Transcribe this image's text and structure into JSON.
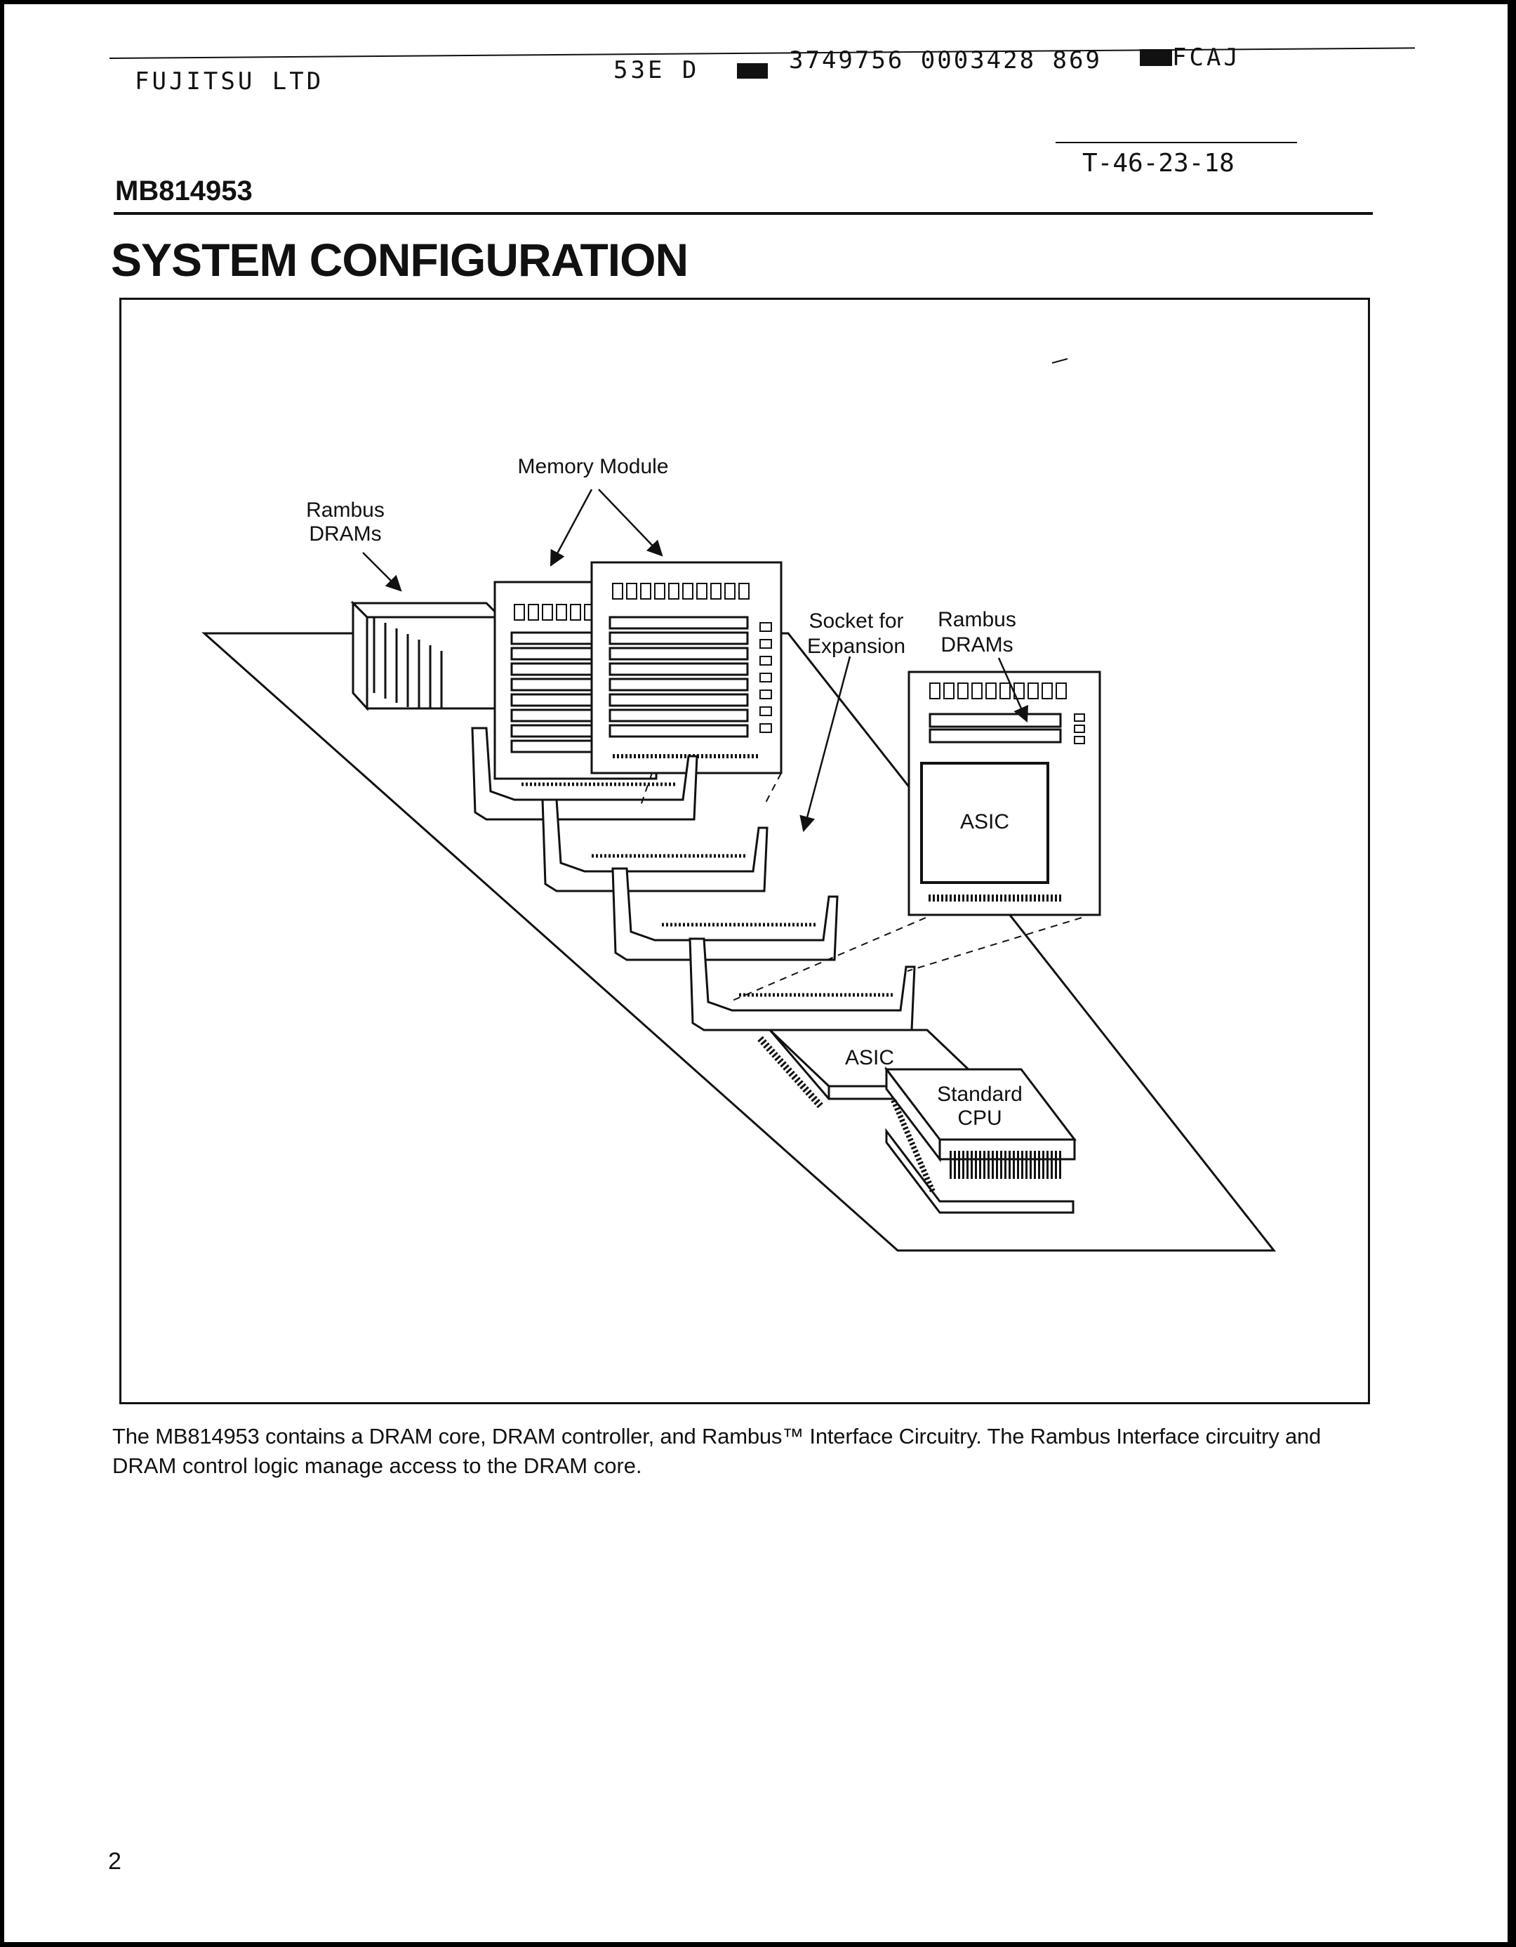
{
  "header": {
    "company": "FUJITSU LTD",
    "code1": "53E D",
    "code2": "3749756 0003428 869",
    "code3": "FCAJ",
    "stamp": "T-46-23-18"
  },
  "part_number": "MB814953",
  "section_title": "SYSTEM CONFIGURATION",
  "figure": {
    "memory_module": "Memory Module",
    "rambus_drams_left_1": "Rambus",
    "rambus_drams_left_2": "DRAMs",
    "socket_1": "Socket for",
    "socket_2": "Expansion",
    "rambus_drams_right_1": "Rambus",
    "rambus_drams_right_2": "DRAMs",
    "asic_card": "ASIC",
    "asic_board": "ASIC",
    "cpu_1": "Standard",
    "cpu_2": "CPU"
  },
  "body_text": {
    "line1": "The MB814953 contains a DRAM core, DRAM controller, and Rambus™ Interface Circuitry.  The Rambus Interface circuitry and",
    "line2": "DRAM control logic manage access to the DRAM core."
  },
  "page_number": "2"
}
